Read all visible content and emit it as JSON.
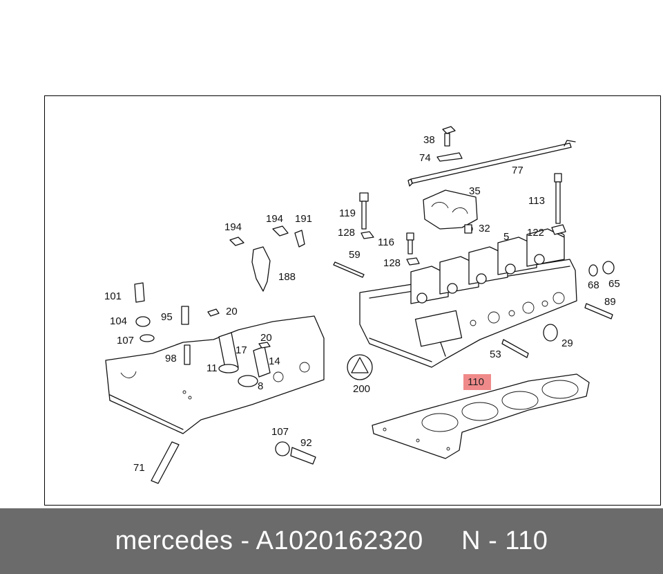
{
  "diagram": {
    "highlighted_callout": "110",
    "callouts": [
      {
        "id": "38",
        "text": "38"
      },
      {
        "id": "74",
        "text": "74"
      },
      {
        "id": "77",
        "text": "77"
      },
      {
        "id": "35",
        "text": "35"
      },
      {
        "id": "113",
        "text": "113"
      },
      {
        "id": "119",
        "text": "119"
      },
      {
        "id": "32",
        "text": "32"
      },
      {
        "id": "122",
        "text": "122"
      },
      {
        "id": "128a",
        "text": "128"
      },
      {
        "id": "116",
        "text": "116"
      },
      {
        "id": "5",
        "text": "5"
      },
      {
        "id": "59",
        "text": "59"
      },
      {
        "id": "128b",
        "text": "128"
      },
      {
        "id": "68",
        "text": "68"
      },
      {
        "id": "65",
        "text": "65"
      },
      {
        "id": "89",
        "text": "89"
      },
      {
        "id": "194a",
        "text": "194"
      },
      {
        "id": "194b",
        "text": "194"
      },
      {
        "id": "191",
        "text": "191"
      },
      {
        "id": "188",
        "text": "188"
      },
      {
        "id": "101",
        "text": "101"
      },
      {
        "id": "95",
        "text": "95"
      },
      {
        "id": "20a",
        "text": "20"
      },
      {
        "id": "104",
        "text": "104"
      },
      {
        "id": "107a",
        "text": "107"
      },
      {
        "id": "98",
        "text": "98"
      },
      {
        "id": "17",
        "text": "17"
      },
      {
        "id": "20b",
        "text": "20"
      },
      {
        "id": "11",
        "text": "11"
      },
      {
        "id": "14",
        "text": "14"
      },
      {
        "id": "8",
        "text": "8"
      },
      {
        "id": "29",
        "text": "29"
      },
      {
        "id": "53",
        "text": "53"
      },
      {
        "id": "200",
        "text": "200"
      },
      {
        "id": "110",
        "text": "110"
      },
      {
        "id": "107b",
        "text": "107"
      },
      {
        "id": "92",
        "text": "92"
      },
      {
        "id": "71",
        "text": "71"
      }
    ]
  },
  "footer": {
    "text": "mercedes - A1020162320     N - 110"
  }
}
